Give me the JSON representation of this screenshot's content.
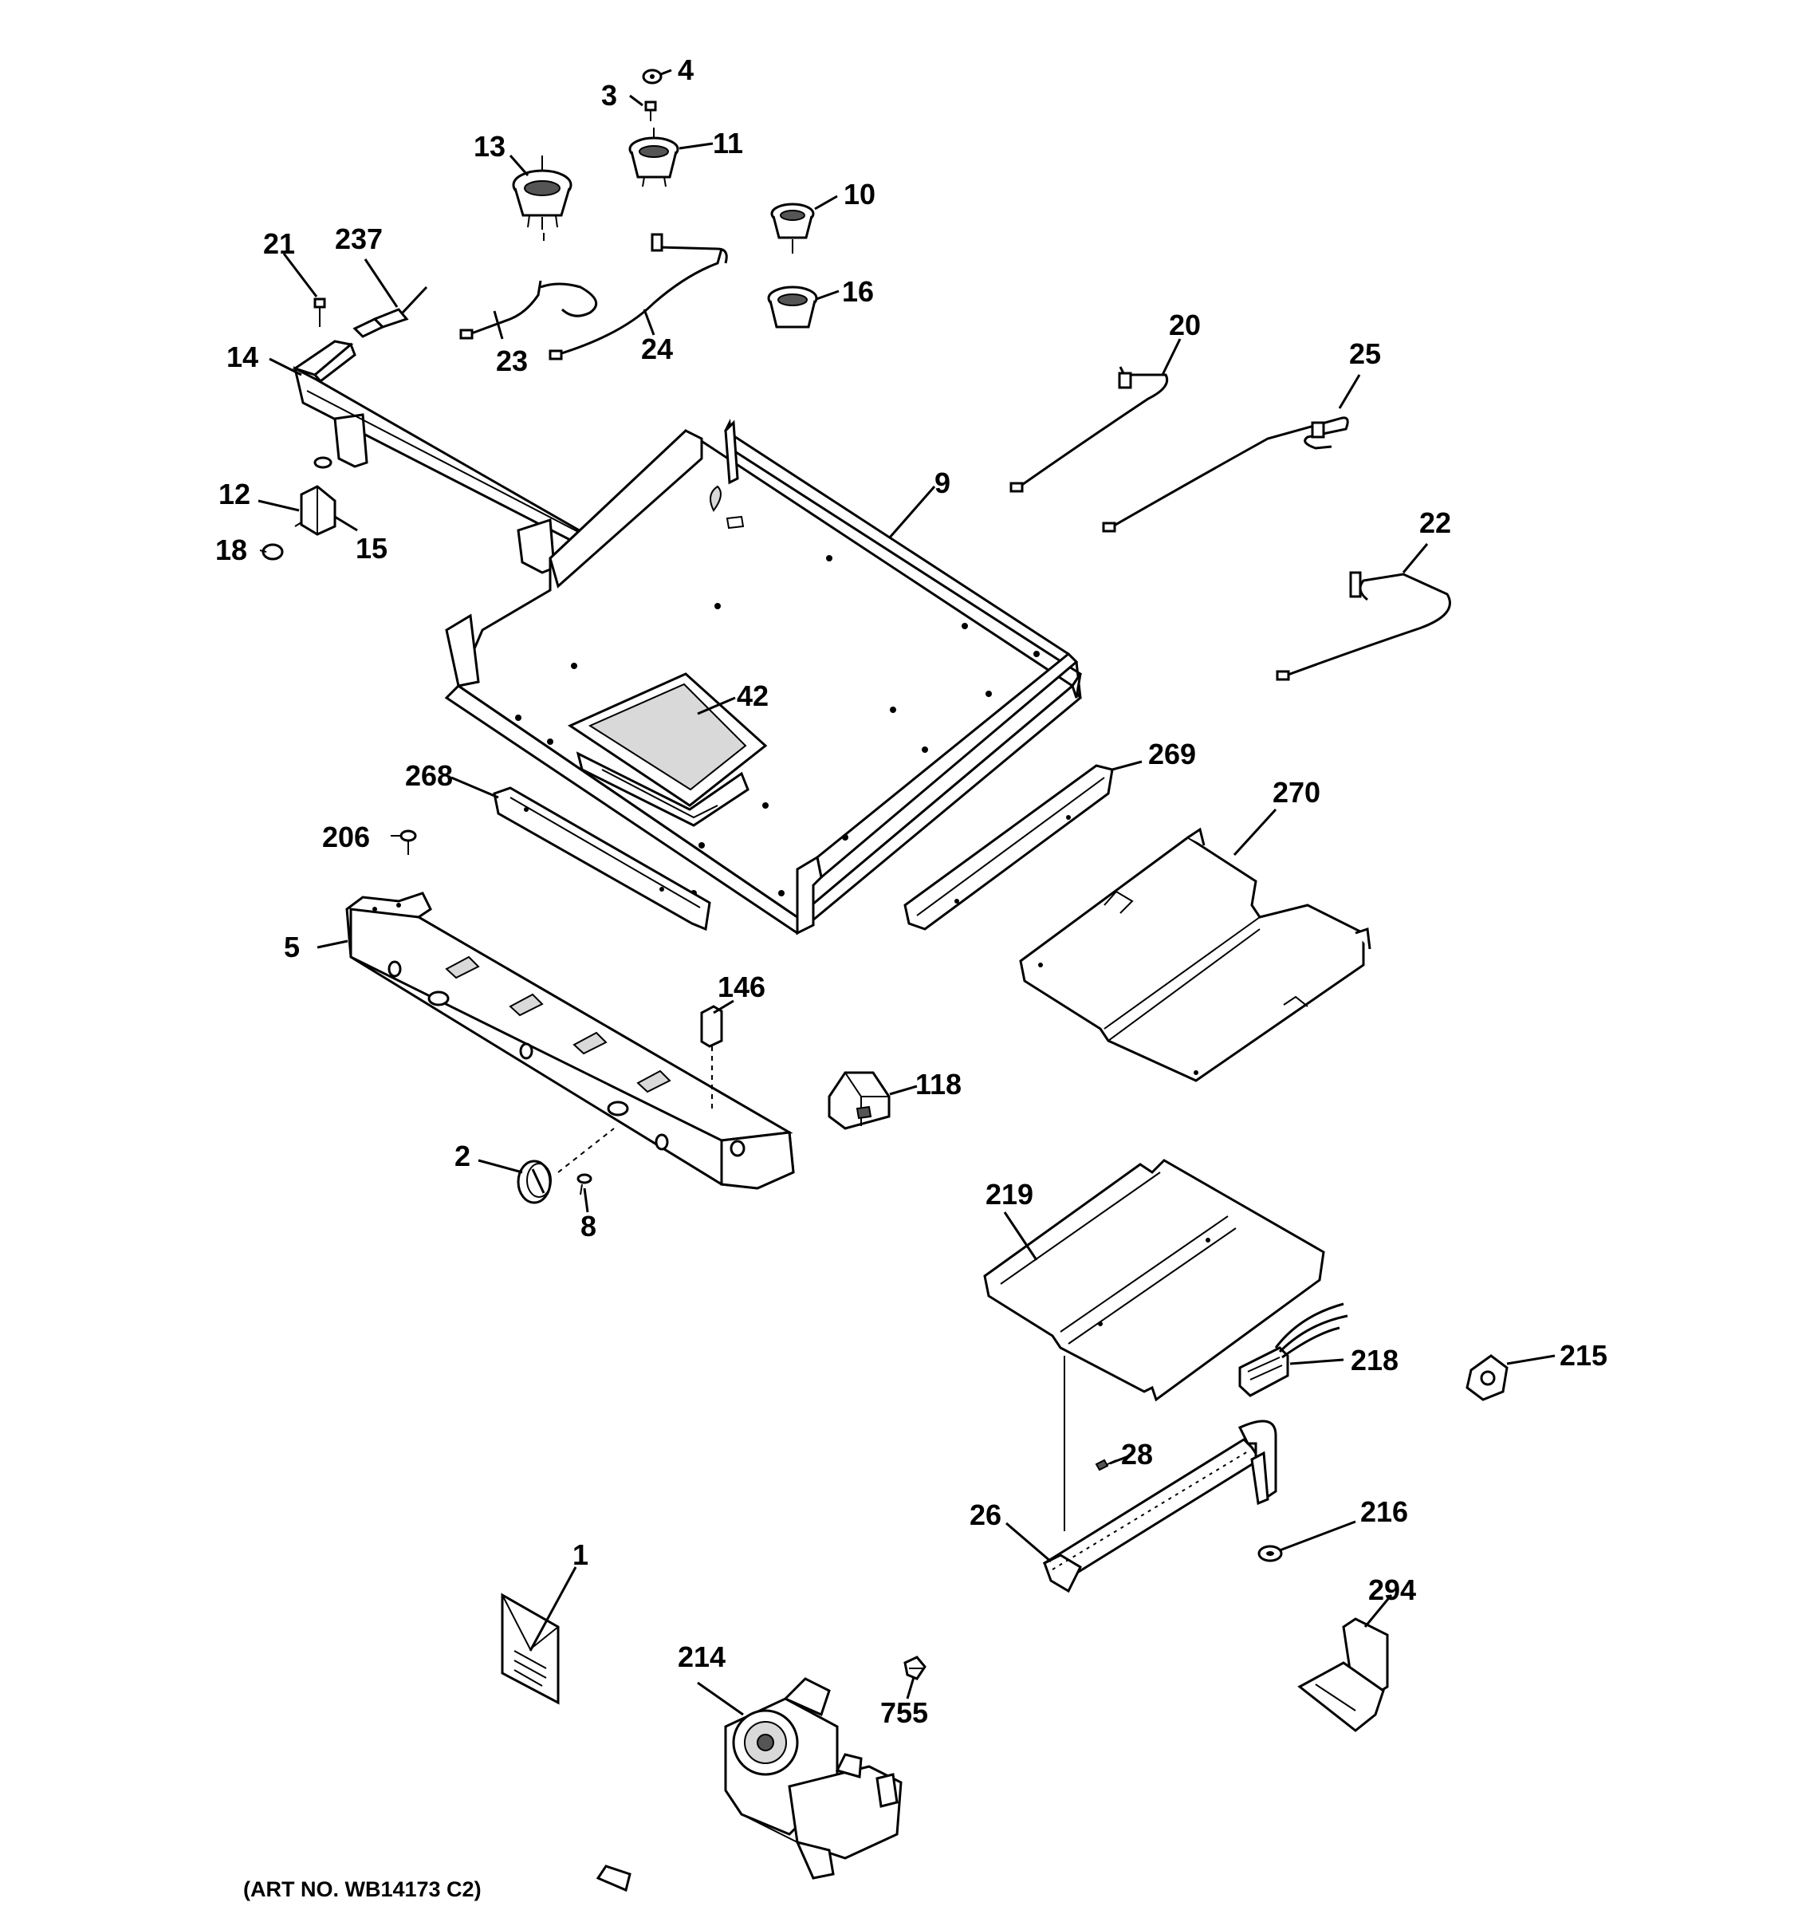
{
  "art_number": "(ART NO. WB14173 C2)",
  "parts": {
    "p1": "1",
    "p2": "2",
    "p3": "3",
    "p4": "4",
    "p5": "5",
    "p8": "8",
    "p9": "9",
    "p10": "10",
    "p11": "11",
    "p12": "12",
    "p13": "13",
    "p14": "14",
    "p15": "15",
    "p16": "16",
    "p18": "18",
    "p20": "20",
    "p21": "21",
    "p22": "22",
    "p23": "23",
    "p24": "24",
    "p25": "25",
    "p26": "26",
    "p28": "28",
    "p42": "42",
    "p118": "118",
    "p146": "146",
    "p206": "206",
    "p214": "214",
    "p215": "215",
    "p216": "216",
    "p218": "218",
    "p219": "219",
    "p237": "237",
    "p268": "268",
    "p269": "269",
    "p270": "270",
    "p294": "294",
    "p755": "755"
  }
}
